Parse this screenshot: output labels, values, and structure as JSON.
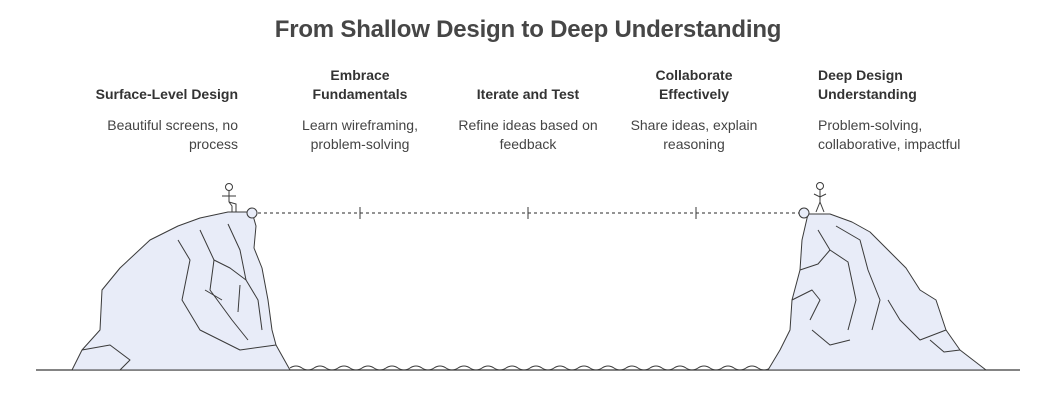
{
  "title": "From Shallow Design to Deep Understanding",
  "stages": [
    {
      "title": "Surface-Level Design",
      "description": "Beautiful screens, no process"
    },
    {
      "title": "Embrace Fundamentals",
      "description": "Learn wireframing, problem-solving"
    },
    {
      "title": "Iterate and Test",
      "description": "Refine ideas based on feedback"
    },
    {
      "title": "Collaborate Effectively",
      "description": "Share ideas, explain reasoning"
    },
    {
      "title": "Deep Design Understanding",
      "description": "Problem-solving, collaborative, impactful"
    }
  ],
  "colors": {
    "rock_fill": "#e8ecf8",
    "stroke": "#3a3a3a",
    "bridge": "#555555"
  }
}
